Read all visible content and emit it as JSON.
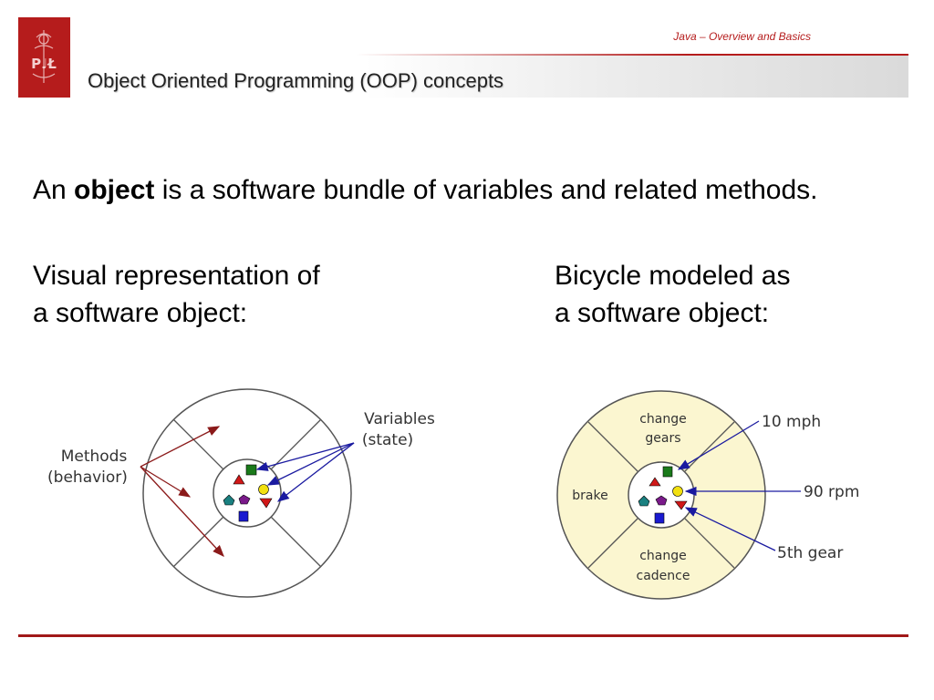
{
  "header": {
    "subtitle": "Java – Overview and Basics",
    "title": "Object Oriented Programming (OOP) concepts",
    "logo_text": "P♩Ł"
  },
  "body": {
    "bullet_pre": "An ",
    "bullet_bold": "object",
    "bullet_post": " is a software bundle of variables and related methods.",
    "caption_left": "Visual representation of a software object:",
    "caption_right": "Bicycle modeled as a software object:"
  },
  "diagram_left": {
    "methods_label_line1": "Methods",
    "methods_label_line2": "(behavior)",
    "variables_label_line1": "Variables",
    "variables_label_line2": "(state)"
  },
  "diagram_right": {
    "segment_top_line1": "change",
    "segment_top_line2": "gears",
    "segment_left": "brake",
    "segment_bottom_line1": "change",
    "segment_bottom_line2": "cadence",
    "var_speed": "10 mph",
    "var_cadence": "90 rpm",
    "var_gear": "5th gear"
  },
  "colors": {
    "accent": "#b51c1c",
    "arrow_red": "#8b1a1a",
    "arrow_blue": "#1a1aa0",
    "bicycle_fill": "#fbf6d0",
    "shape_green": "#1a7a1a",
    "shape_red": "#d01818",
    "shape_yellow": "#f2e010",
    "shape_teal": "#1a8080",
    "shape_purple": "#7a1a8a",
    "shape_blue": "#1a1ad0"
  }
}
